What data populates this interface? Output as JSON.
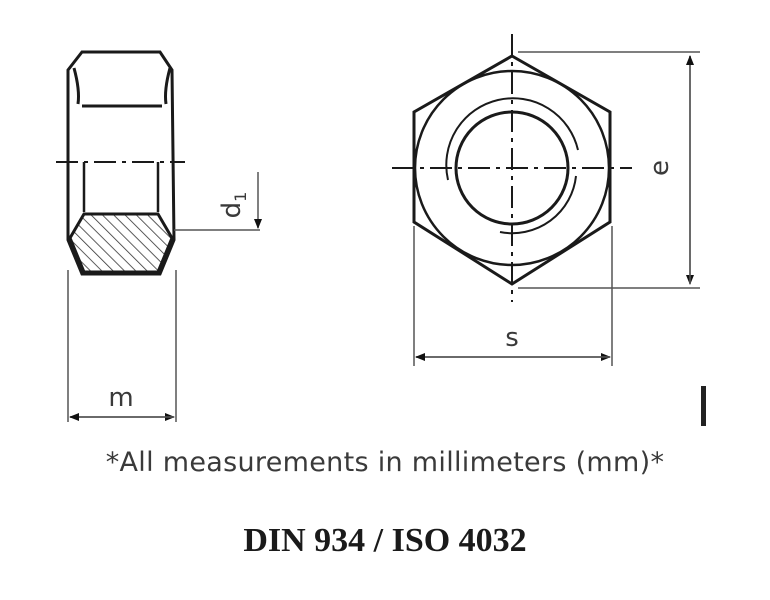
{
  "diagram": {
    "title": "DIN 934 / ISO 4032",
    "note": "*All measurements in millimeters (mm)*",
    "labels": {
      "thread_diameter": "d",
      "thread_diameter_sub": "1",
      "height": "m",
      "width_across_flats": "s",
      "width_across_corners": "e",
      "marker": "I"
    },
    "views": [
      "side-section-view",
      "top-view"
    ],
    "colors": {
      "line": "#1a1a1a",
      "dim_line": "#555555",
      "text": "#3a3a3a"
    }
  }
}
